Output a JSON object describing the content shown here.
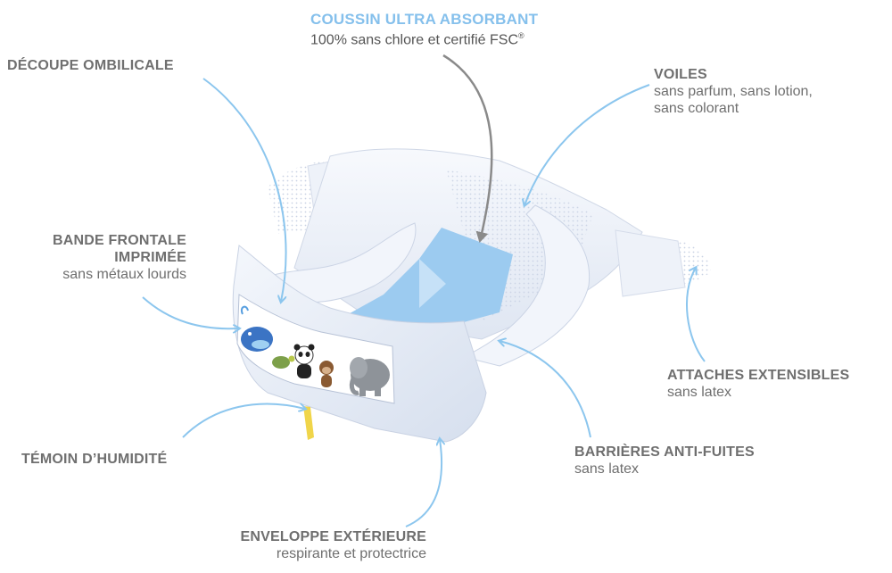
{
  "labels": {
    "coussin": {
      "title": "COUSSIN ULTRA ABSORBANT",
      "sub": "100% sans chlore et certifié FSC",
      "sup": "®"
    },
    "decoupe": {
      "title": "DÉCOUPE OMBILICALE"
    },
    "voiles": {
      "title": "VOILES",
      "sub1": "sans parfum, sans lotion,",
      "sub2": "sans colorant"
    },
    "bande": {
      "title1": "BANDE FRONTALE",
      "title2": "IMPRIMÉE",
      "sub": "sans métaux lourds"
    },
    "attaches": {
      "title": "ATTACHES EXTENSIBLES",
      "sub": "sans latex"
    },
    "temoin": {
      "title": "TÉMOIN D’HUMIDITÉ"
    },
    "barrieres": {
      "title": "BARRIÈRES ANTI-FUITES",
      "sub": "sans latex"
    },
    "enveloppe": {
      "title": "ENVELOPPE EXTÉRIEURE",
      "sub": "respirante et protectrice"
    }
  },
  "colors": {
    "label_text": "#6f6f6f",
    "accent_blue": "#85c0ec",
    "arrow_blue": "#8cc6ee",
    "arrow_grey": "#8a8a8a",
    "pad_blue": "#9ccbf0",
    "diaper_white": "#eef2fa",
    "indicator_yellow": "#f0d54a"
  },
  "icons": [
    "whale-icon",
    "turtle-icon",
    "panda-icon",
    "monkey-icon",
    "elephant-icon"
  ]
}
